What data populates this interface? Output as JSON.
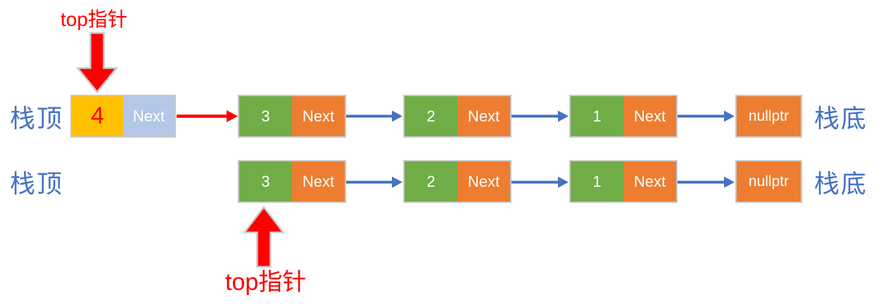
{
  "diagram": {
    "description": "linked-list stack push illustration",
    "pointer_top_label": "top指针",
    "pointer_bottom_label": "top指针",
    "rows": [
      {
        "left_label": "栈顶",
        "right_label": "栈底",
        "new_node": {
          "value": "4",
          "next_label": "Next"
        },
        "nodes": [
          {
            "value": "3",
            "next_label": "Next"
          },
          {
            "value": "2",
            "next_label": "Next"
          },
          {
            "value": "1",
            "next_label": "Next"
          }
        ],
        "terminator": "nullptr"
      },
      {
        "left_label": "栈顶",
        "right_label": "栈底",
        "nodes": [
          {
            "value": "3",
            "next_label": "Next"
          },
          {
            "value": "2",
            "next_label": "Next"
          },
          {
            "value": "1",
            "next_label": "Next"
          }
        ],
        "terminator": "nullptr"
      }
    ]
  },
  "colors": {
    "data_cell_green": "#70AD47",
    "next_cell_orange": "#ED7D31",
    "new_node_gold": "#FFC000",
    "new_node_next_lightblue": "#B4C7E7",
    "connector_blue": "#4472C4",
    "connector_red": "#FF0000",
    "side_label_blue": "#4472C4",
    "pointer_text_red": "#FF0000",
    "cell_border_gray": "#C9C9C9",
    "block_arrow_outline_silver": "#C9C9C9"
  }
}
